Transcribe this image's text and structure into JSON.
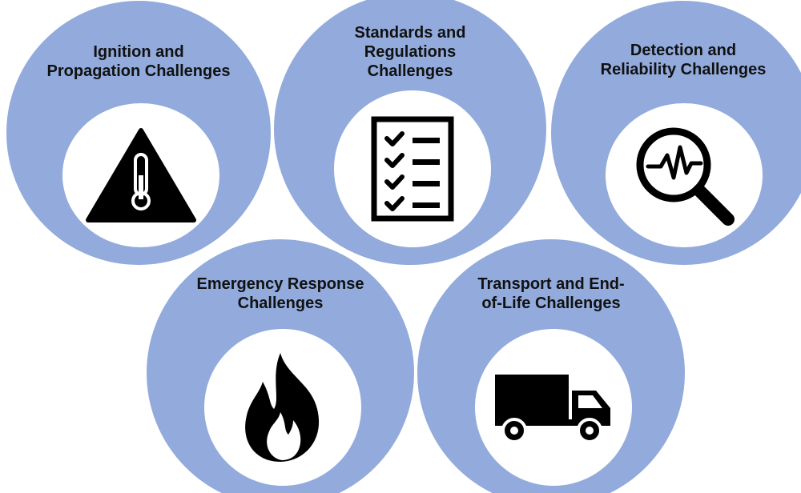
{
  "diagram": {
    "nodes": [
      {
        "label": "Ignition and\nPropagation Challenges",
        "icon": "warning-thermometer-icon"
      },
      {
        "label": "Standards and\nRegulations\nChallenges",
        "icon": "checklist-icon"
      },
      {
        "label": "Detection and\nReliability Challenges",
        "icon": "magnifier-signal-icon"
      },
      {
        "label": "Emergency Response\nChallenges",
        "icon": "flame-icon"
      },
      {
        "label": "Transport and End-\nof-Life Challenges",
        "icon": "truck-icon"
      }
    ]
  },
  "colors": {
    "circle_fill": "#92abdc",
    "inner_fill": "#ffffff",
    "icon_color": "#000000",
    "text_color": "#111111"
  }
}
